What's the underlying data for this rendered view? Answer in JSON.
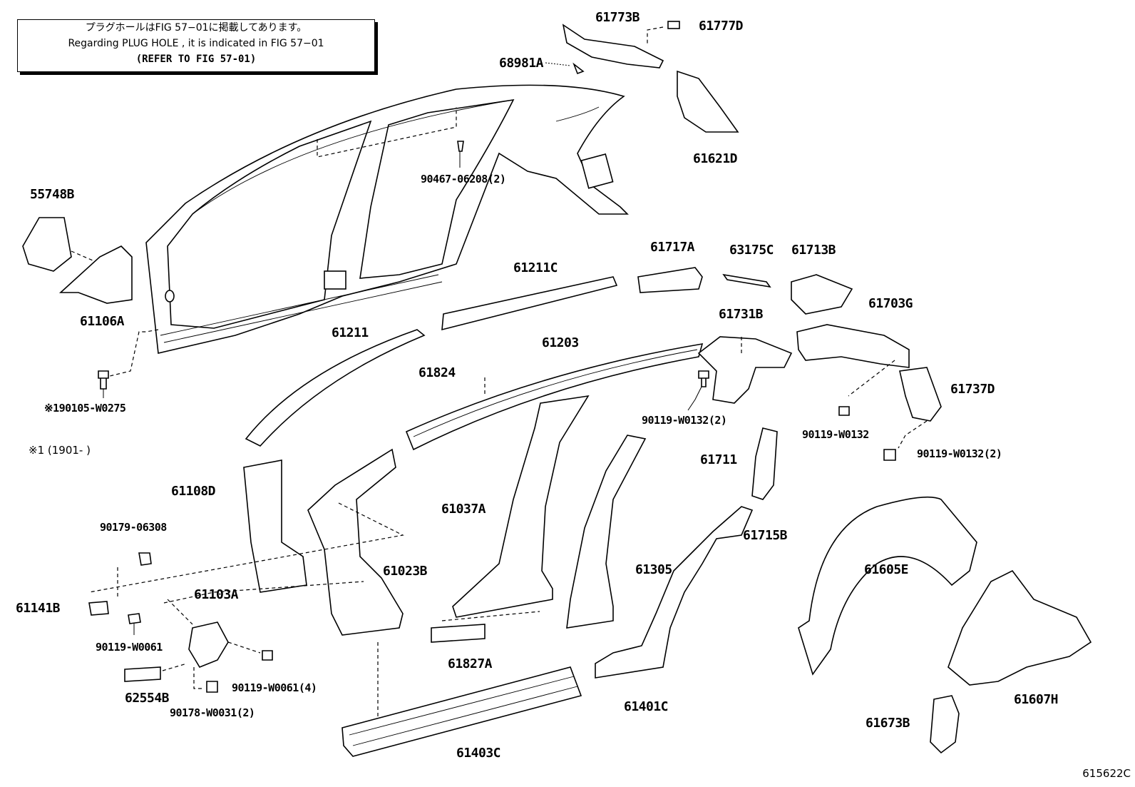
{
  "notice": {
    "line_jp": "プラグホールはFIG 57−01に掲載してあります。",
    "line_en": "Regarding  PLUG  HOLE , it is indicated in FIG  57−01",
    "line_ref": "(REFER TO FIG 57-01)"
  },
  "figure_code": "615622C",
  "footnote": "※1 (1901-      )",
  "parts": {
    "p61773B": "61773B",
    "p61777D": "61777D",
    "p68981A": "68981A",
    "p61621D": "61621D",
    "p90467": "90467-06208(2)",
    "p55748B": "55748B",
    "p61106A": "61106A",
    "p90105": "※190105-W0275",
    "p61717A": "61717A",
    "p63175C": "63175C",
    "p61713B": "61713B",
    "p61211C": "61211C",
    "p61731B": "61731B",
    "p61703G": "61703G",
    "p61211": "61211",
    "p61203": "61203",
    "p61824": "61824",
    "p61737D": "61737D",
    "p90119_W0132_2a": "90119-W0132(2)",
    "p90119_W0132": "90119-W0132",
    "p90119_W0132_2b": "90119-W0132(2)",
    "p61711": "61711",
    "p61108D": "61108D",
    "p61037A": "61037A",
    "p90179": "90179-06308",
    "p61715B": "61715B",
    "p61023B": "61023B",
    "p61305": "61305",
    "p61605E": "61605E",
    "p61141B": "61141B",
    "p61103A": "61103A",
    "p90119_W0061": "90119-W0061",
    "p61827A": "61827A",
    "p90119_W0061_4": "90119-W0061(4)",
    "p62554B": "62554B",
    "p90178": "90178-W0031(2)",
    "p61401C": "61401C",
    "p61607H": "61607H",
    "p61673B": "61673B",
    "p61403C": "61403C"
  }
}
